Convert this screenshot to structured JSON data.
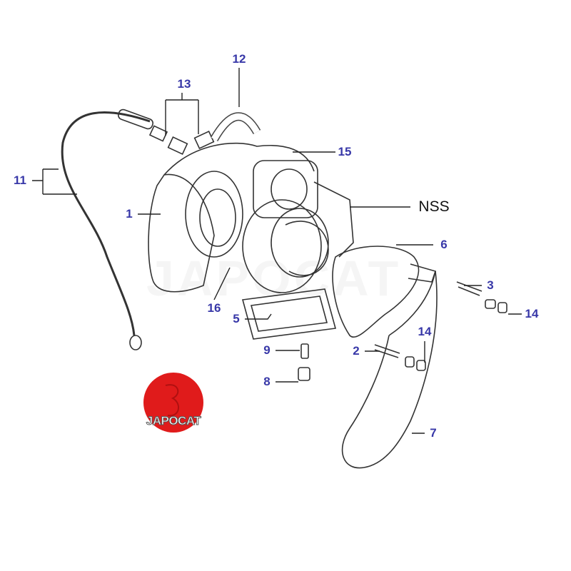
{
  "diagram": {
    "callouts": [
      {
        "id": "12",
        "text": "12"
      },
      {
        "id": "13",
        "text": "13"
      },
      {
        "id": "15",
        "text": "15"
      },
      {
        "id": "11",
        "text": "11"
      },
      {
        "id": "nss",
        "text": "NSS"
      },
      {
        "id": "1",
        "text": "1"
      },
      {
        "id": "6",
        "text": "6"
      },
      {
        "id": "3",
        "text": "3"
      },
      {
        "id": "16",
        "text": "16"
      },
      {
        "id": "5",
        "text": "5"
      },
      {
        "id": "14a",
        "text": "14"
      },
      {
        "id": "14b",
        "text": "14"
      },
      {
        "id": "9",
        "text": "9"
      },
      {
        "id": "2",
        "text": "2"
      },
      {
        "id": "8",
        "text": "8"
      },
      {
        "id": "7",
        "text": "7"
      }
    ],
    "label_color": "#3838a8"
  },
  "logo": {
    "text": "JAPOCAT",
    "color": "#e01b1b"
  },
  "watermark": "JAPOCAT"
}
